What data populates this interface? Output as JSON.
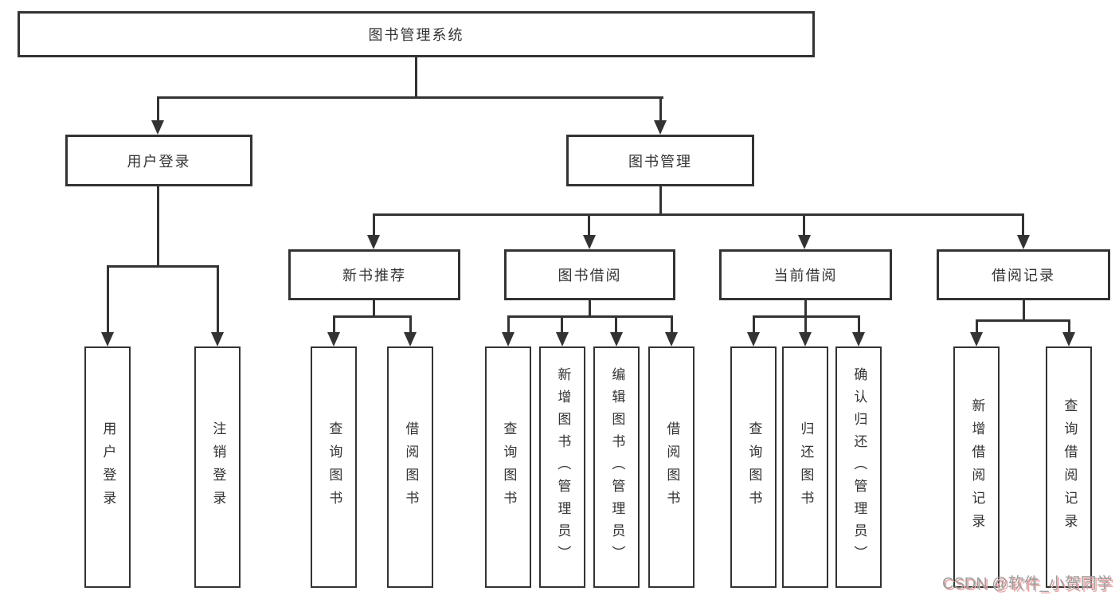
{
  "diagram_title": "图书管理系统",
  "nodes": {
    "root": "图书管理系统",
    "user_login": "用户登录",
    "book_mgmt": "图书管理",
    "new_books": "新书推荐",
    "book_borrow": "图书借阅",
    "current_borrow": "当前借阅",
    "borrow_records": "借阅记录",
    "leaf_user_login": "用户登录",
    "leaf_logout": "注销登录",
    "leaf_nb_query": "查询图书",
    "leaf_nb_borrow": "借阅图书",
    "leaf_bb_query": "查询图书",
    "leaf_bb_add": "新增图书（管理员）",
    "leaf_bb_edit": "编辑图书（管理员）",
    "leaf_bb_borrow": "借阅图书",
    "leaf_cb_query": "查询图书",
    "leaf_cb_return": "归还图书",
    "leaf_cb_confirm": "确认归还（管理员）",
    "leaf_br_add": "新增借阅记录",
    "leaf_br_query": "查询借阅记录"
  },
  "watermark": "CSDN @软件_小贺同学",
  "colors": {
    "line": "#333333",
    "box_background": "#ffffff",
    "text": "#333333",
    "watermark_text": "#9e9e9e",
    "watermark_shadow": "#f0a2a2"
  }
}
